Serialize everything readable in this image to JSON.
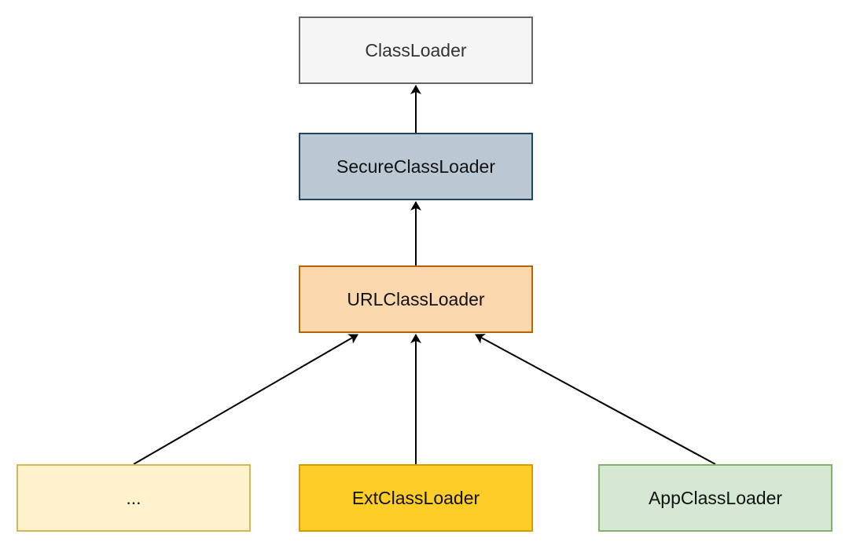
{
  "nodes": {
    "classloader": {
      "label": "ClassLoader",
      "fill": "#f5f5f5",
      "stroke": "#666666"
    },
    "secure": {
      "label": "SecureClassLoader",
      "fill": "#bac8d3",
      "stroke": "#23445d"
    },
    "url": {
      "label": "URLClassLoader",
      "fill": "#fad7ac",
      "stroke": "#b46504"
    },
    "dots": {
      "label": "...",
      "fill": "#fff2cc",
      "stroke": "#d6b656"
    },
    "ext": {
      "label": "ExtClassLoader",
      "fill": "#ffcd28",
      "stroke": "#d79b00"
    },
    "app": {
      "label": "AppClassLoader",
      "fill": "#d5e8d4",
      "stroke": "#82b366"
    }
  },
  "edges": [
    {
      "from": "secure",
      "to": "classloader"
    },
    {
      "from": "url",
      "to": "secure"
    },
    {
      "from": "dots",
      "to": "url"
    },
    {
      "from": "ext",
      "to": "url"
    },
    {
      "from": "app",
      "to": "url"
    }
  ],
  "edge_color": "#000000"
}
